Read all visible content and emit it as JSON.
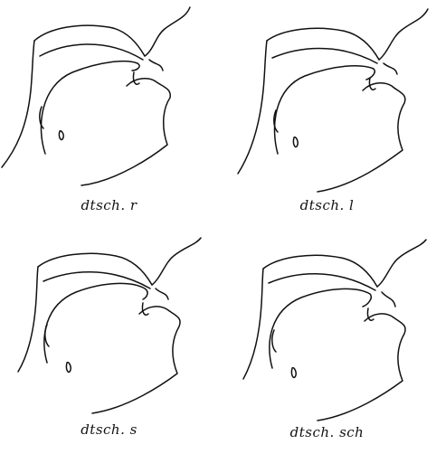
{
  "figure": {
    "panels": [
      {
        "caption": "dtsch. r"
      },
      {
        "caption": "dtsch. l"
      },
      {
        "caption": "dtsch. s"
      },
      {
        "caption": "dtsch. sch"
      }
    ]
  }
}
